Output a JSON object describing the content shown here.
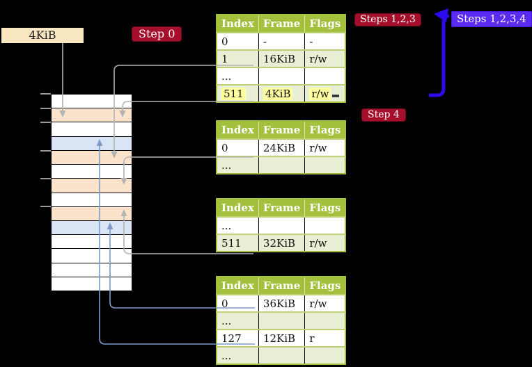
{
  "frame_label": "4KiB",
  "badges": {
    "step0": "Step 0",
    "steps123": "Steps 1,2,3",
    "steps1234": "Steps 1,2,3,4",
    "step4": "Step 4"
  },
  "tables": [
    {
      "headers": [
        "Index",
        "Frame",
        "Flags"
      ],
      "rows": [
        {
          "cells": [
            "0",
            "-",
            "-"
          ],
          "highlight": false
        },
        {
          "cells": [
            "1",
            "16KiB",
            "r/w"
          ],
          "highlight": false
        },
        {
          "cells": [
            "...",
            "",
            ""
          ],
          "highlight": false
        },
        {
          "cells": [
            "511",
            "4KiB",
            "r/w"
          ],
          "highlight": true
        }
      ]
    },
    {
      "headers": [
        "Index",
        "Frame",
        "Flags"
      ],
      "rows": [
        {
          "cells": [
            "0",
            "24KiB",
            "r/w"
          ],
          "highlight": false
        },
        {
          "cells": [
            "...",
            "",
            ""
          ],
          "highlight": false
        }
      ]
    },
    {
      "headers": [
        "Index",
        "Frame",
        "Flags"
      ],
      "rows": [
        {
          "cells": [
            "...",
            "",
            ""
          ],
          "highlight": false
        },
        {
          "cells": [
            "511",
            "32KiB",
            "r/w"
          ],
          "highlight": false
        }
      ]
    },
    {
      "headers": [
        "Index",
        "Frame",
        "Flags"
      ],
      "rows": [
        {
          "cells": [
            "0",
            "36KiB",
            "r/w"
          ],
          "highlight": false
        },
        {
          "cells": [
            "...",
            "",
            ""
          ],
          "highlight": false
        },
        {
          "cells": [
            "127",
            "12KiB",
            "r"
          ],
          "highlight": false
        },
        {
          "cells": [
            "...",
            "",
            ""
          ],
          "highlight": false
        }
      ]
    }
  ],
  "memory": {
    "row_colors": [
      "white",
      "peach",
      "white",
      "blue",
      "peach",
      "white",
      "peach",
      "white",
      "peach",
      "blue",
      "white",
      "white",
      "white",
      "white"
    ]
  },
  "colors": {
    "background": "#000000",
    "table_header_green": "#a4c13d",
    "table_row_alt_green": "#e9efd5",
    "highlight_yellow": "#ffff9e",
    "frame_peach": "#fbe3cb",
    "frame_blue": "#d9e5f4",
    "frame_label_box": "#f8e7c0",
    "badge_red": "#a60f2c",
    "badge_violet": "#5a2cf2",
    "arrow_gray": "#b3b3b3",
    "arrow_steel_blue": "#7d9bc8",
    "arrow_vivid_blue": "#2c0cee"
  }
}
